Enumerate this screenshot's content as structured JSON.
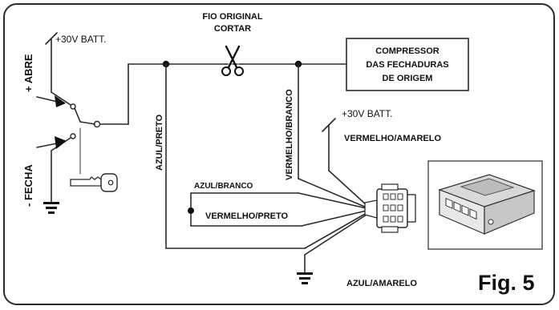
{
  "labels": {
    "batt_left": "+30V BATT.",
    "abre": "+ ABRE",
    "fecha": "- FECHA",
    "cut_line1": "FIO ORIGINAL",
    "cut_line2": "CORTAR",
    "compressor_line1": "COMPRESSOR",
    "compressor_line2": "DAS FECHADURAS",
    "compressor_line3": "DE ORIGEM",
    "azul_preto": "AZUL/PRETO",
    "vermelho_branco": "VERMELHO/BRANCO",
    "batt_right": "+30V BATT.",
    "vermelho_amarelo": "VERMELHO/AMARELO",
    "azul_branco": "AZUL/BRANCO",
    "vermelho_preto": "VERMELHO/PRETO",
    "azul_amarelo": "AZUL/AMARELO",
    "fig": "Fig. 5"
  },
  "icons": [
    "scissors-icon",
    "key-icon",
    "ground-icon",
    "connector-icon",
    "module-photo"
  ],
  "colors": {
    "line": "#2a2a2a",
    "text": "#111111",
    "background": "#ffffff"
  }
}
